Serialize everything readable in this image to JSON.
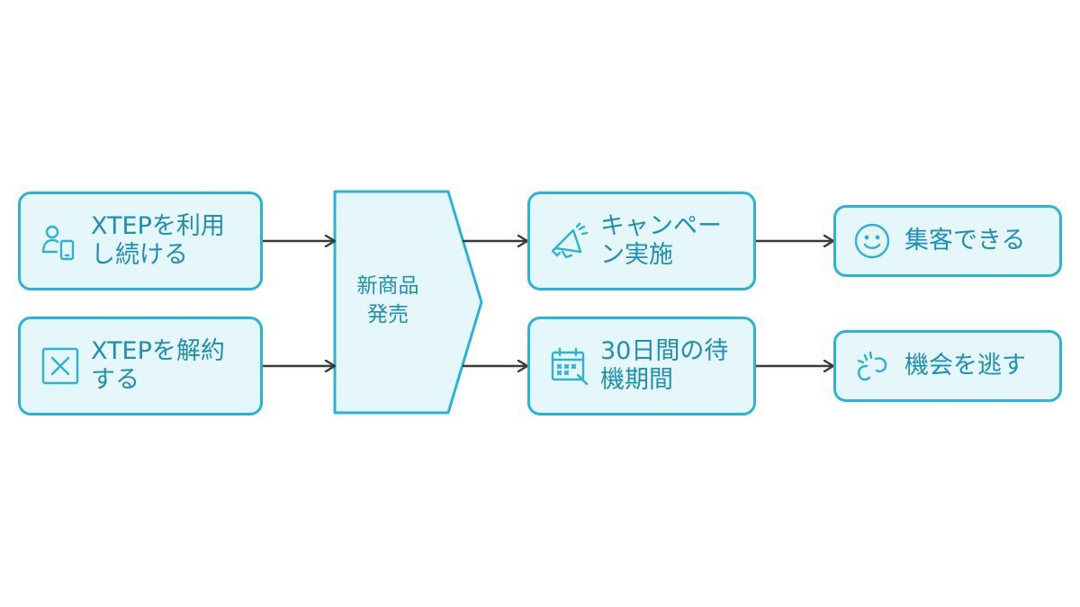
{
  "colors": {
    "accent": "#29b3d9",
    "fill": "#e6f7fc",
    "text": "#1b8fb5",
    "arrow": "#3a3a3a"
  },
  "left": [
    {
      "label": "XTEPを利用\nし続ける",
      "icon": "user-device-icon"
    },
    {
      "label": "XTEPを解約\nする",
      "icon": "close-box-icon"
    }
  ],
  "center": {
    "label": "新商品\n発売"
  },
  "middle": [
    {
      "label": "キャンペー\nン実施",
      "icon": "megaphone-icon"
    },
    {
      "label": "30日間の待\n機期間",
      "icon": "calendar-icon"
    }
  ],
  "right": [
    {
      "label": "集客できる",
      "icon": "smiley-icon"
    },
    {
      "label": "機会を逃す",
      "icon": "broken-link-icon"
    }
  ]
}
